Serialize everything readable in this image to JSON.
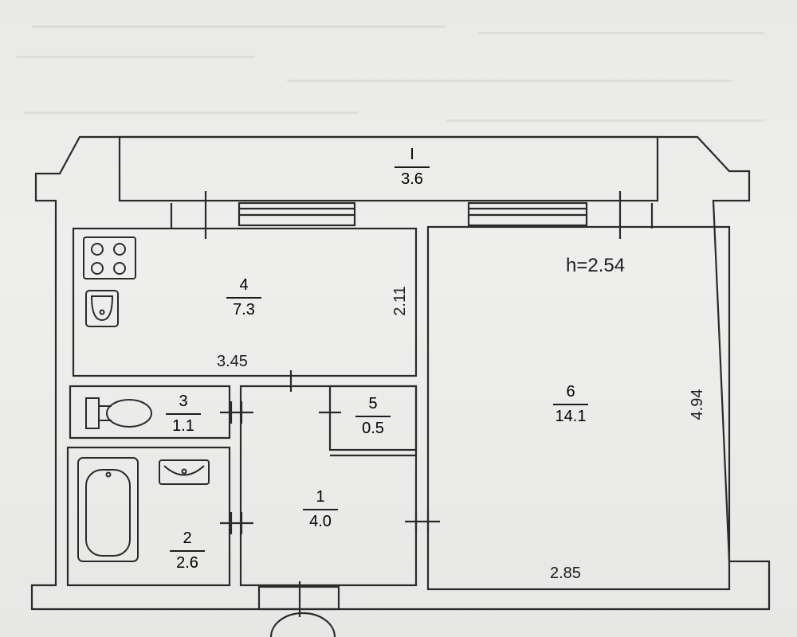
{
  "plan": {
    "height_label": "h=2.54",
    "rooms": [
      {
        "number": "I",
        "area": "3.6"
      },
      {
        "number": "4",
        "area": "7.3"
      },
      {
        "number": "3",
        "area": "1.1"
      },
      {
        "number": "5",
        "area": "0.5"
      },
      {
        "number": "2",
        "area": "2.6"
      },
      {
        "number": "1",
        "area": "4.0"
      },
      {
        "number": "6",
        "area": "14.1"
      }
    ],
    "dimensions": {
      "kitchen_width": "3.45",
      "kitchen_depth": "2.11",
      "living_depth": "4.94",
      "living_width": "2.85"
    },
    "fixture_icons": [
      "stove-icon",
      "kitchen-sink-icon",
      "toilet-icon",
      "bathtub-icon",
      "washbasin-icon"
    ]
  }
}
